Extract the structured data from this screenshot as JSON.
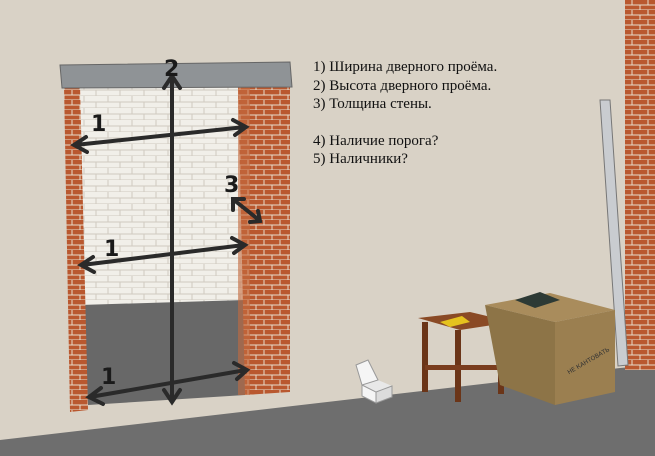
{
  "checklist": {
    "items": [
      "1) Ширина дверного проёма.",
      "2) Высота дверного проёма.",
      "3) Толщина стены.",
      "4) Наличие порога?",
      "5) Наличники?"
    ]
  },
  "labels": {
    "height": "2",
    "width_top": "1",
    "thickness": "3",
    "width_middle": "1",
    "width_bottom": "1"
  },
  "crate_stamp": "НЕ КАНТОВАТЬ",
  "colors": {
    "wall": "#d9d2c6",
    "floor": "#6e6e6e",
    "brick": "#b5562e",
    "arrow": "#2a2a2a"
  }
}
